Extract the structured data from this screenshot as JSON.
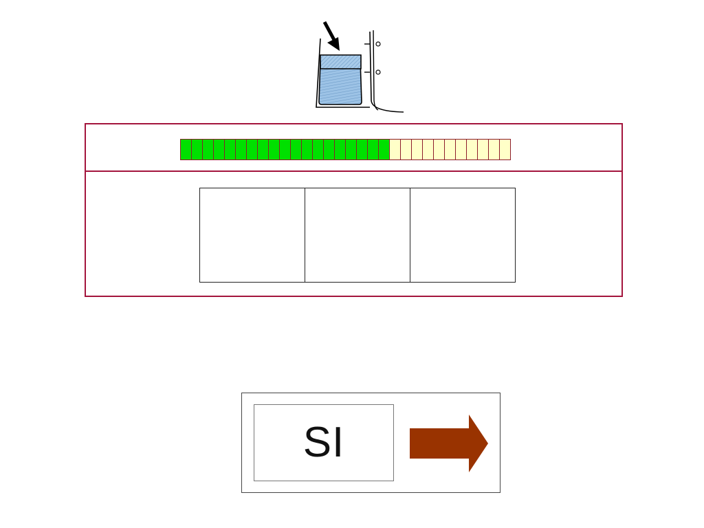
{
  "illustration": {
    "icon": "pocket-with-arrow-icon",
    "pocket_fill": "#9dc3e6",
    "arrow_color": "#000000"
  },
  "progress": {
    "total_segments": 30,
    "completed_segments": 19,
    "completed_color": "#00e000",
    "remaining_color": "#ffffc8"
  },
  "answer_boxes": [
    {
      "content": ""
    },
    {
      "content": ""
    },
    {
      "content": ""
    }
  ],
  "word_card": {
    "word": "SI",
    "next_icon": "right-arrow-icon",
    "arrow_color": "#993300"
  },
  "colors": {
    "panel_border": "#a3143c"
  }
}
